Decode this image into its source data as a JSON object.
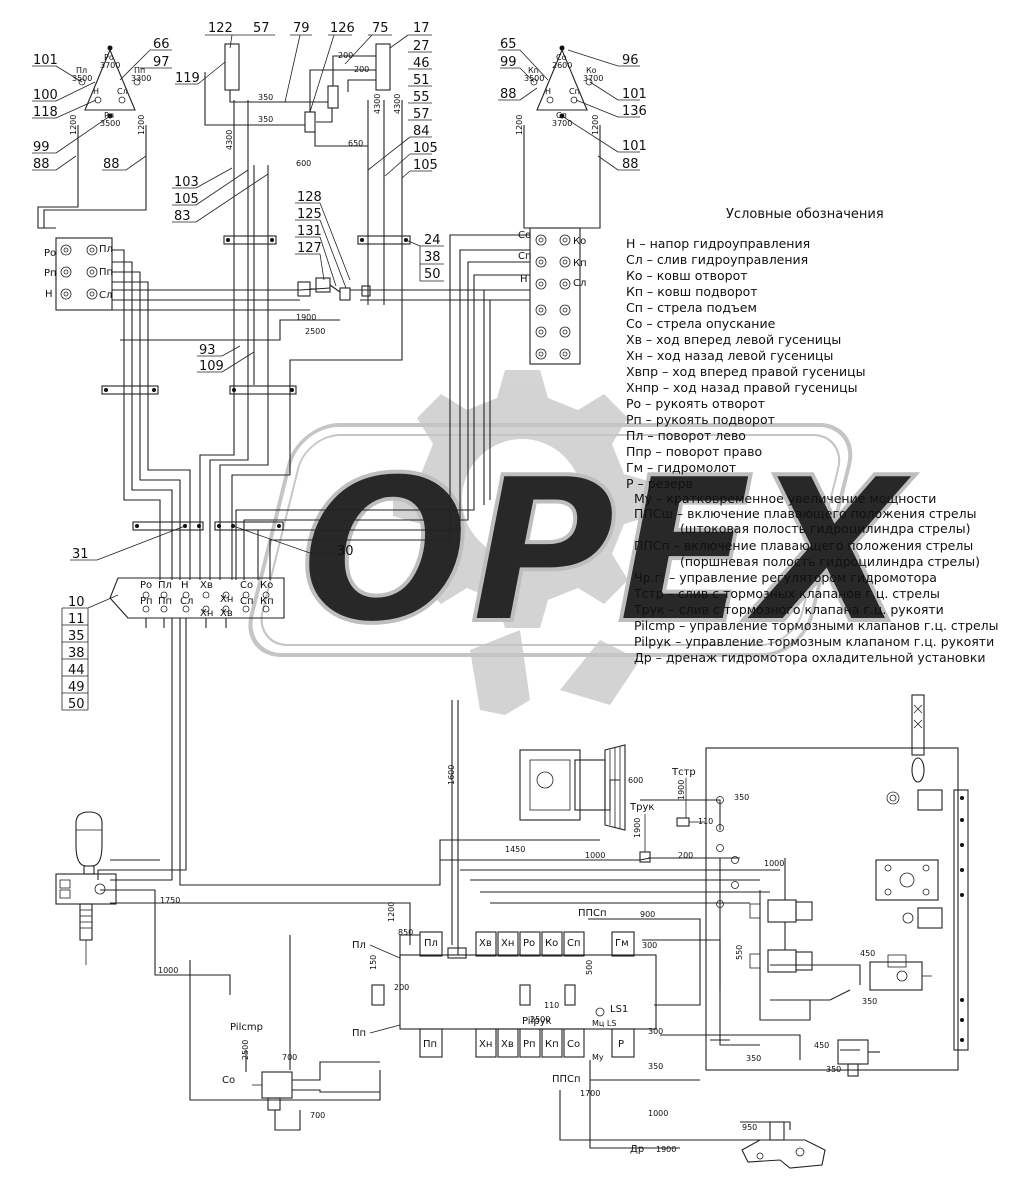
{
  "legend": {
    "title": "Условные обозначения",
    "items": [
      "Н – напор гидроуправления",
      "Сл – слив гидроуправления",
      "Ко – ковш отворот",
      "Кп – ковш подворот",
      "Сп – стрела подъем",
      "Со – стрела опускание",
      "Хв – ход вперед левой гусеницы",
      "Хн – ход назад левой гусеницы",
      "Хвпр – ход вперед правой гусеницы",
      "Хнпр – ход назад правой гусеницы",
      "Ро – рукоять отворот",
      "Рп – рукоять подворот",
      "Пл – поворот лево",
      "Ппр – поворот право",
      "Гм – гидромолот",
      "Р – резерв",
      "Му – кратковременное увеличение мощности",
      "ППСш – включение плавающего положения стрелы",
      "(штоковая полость гидроцилиндра стрелы)",
      "ППСп – включение плавающего положения стрелы",
      "(поршневая полость гидроцилиндра стрелы)",
      "Чр.г. – управление регулятором гидромотора",
      "Тстр – слив с тормозных клапанов г.ц. стрелы",
      "Трук – слив с тормозного клапана г.ц. рукояти",
      "Pilcmp – управление тормозными клапанов г.ц. стрелы",
      "Pilpук – управление тормозным клапаном г.ц. рукояти",
      "Др – дренаж гидромотора охладительной установки"
    ]
  },
  "callouts": {
    "c101": "101",
    "c100": "100",
    "c118": "118",
    "c99": "99",
    "c88": "88",
    "c66": "66",
    "c97": "97",
    "c88b": "88",
    "c122": "122",
    "c57": "57",
    "c79": "79",
    "c126": "126",
    "c75": "75",
    "c17": "17",
    "c27": "27",
    "c46": "46",
    "c51": "51",
    "c55": "55",
    "c57b": "57",
    "c119": "119",
    "c84": "84",
    "c105": "105",
    "c105b": "105",
    "c103": "103",
    "c105c": "105",
    "c83": "83",
    "c65": "65",
    "c96": "96",
    "c99b": "99",
    "c88c": "88",
    "c101b": "101",
    "c136": "136",
    "c101c": "101",
    "c88d": "88",
    "c128": "128",
    "c125": "125",
    "c131": "131",
    "c127": "127",
    "c24": "24",
    "c38": "38",
    "c50": "50",
    "c93": "93",
    "c109": "109",
    "c31": "31",
    "c30": "30",
    "c10": "10",
    "c11": "11",
    "c35": "35",
    "c38b": "38",
    "c44": "44",
    "c49": "49",
    "c50b": "50"
  },
  "block_left": {
    "rows": [
      [
        "Ро",
        "Пл"
      ],
      [
        "Рп",
        "Пп"
      ],
      [
        "Н",
        "Сл"
      ]
    ]
  },
  "block_right": {
    "rows": [
      [
        "Со",
        "Ко"
      ],
      [
        "Сп",
        "Кп"
      ],
      [
        "Н",
        "Сл"
      ]
    ]
  },
  "joystick_left": {
    "top": "Ро",
    "top_val": "3700",
    "left": "Пл",
    "left_val": "3500",
    "right": "Пп",
    "right_val": "3300",
    "center_l": "Н",
    "center_r": "Сл",
    "bottom": "Рп",
    "bottom_val": "3500"
  },
  "joystick_right": {
    "top": "Со",
    "top_val": "2600",
    "left": "Кп",
    "left_val": "3500",
    "right": "Ко",
    "right_val": "3700",
    "center_l": "Н",
    "center_r": "Сп",
    "bottom": "Сп",
    "bottom_val": "3700"
  },
  "distributor": {
    "ports_top": [
      "Ро",
      "Пл",
      "Н",
      "Хв",
      "Хн",
      "Со",
      "Ко"
    ],
    "ports_bottom": [
      "Рп",
      "Пп",
      "Сл",
      "Хн",
      "Хв",
      "Сп",
      "Кп"
    ]
  },
  "valve_block": {
    "top": [
      "Пл",
      "Хв",
      "Хн",
      "Ро",
      "Ко",
      "Сп",
      "Гм"
    ],
    "bottom": [
      "Пп",
      "Хн",
      "Хв",
      "Рп",
      "Кп",
      "Со",
      "Р"
    ],
    "side": [
      "Пл",
      "Пп"
    ]
  },
  "labels": {
    "ppsp_top": "ППСп",
    "ppsp_bottom": "ППСп",
    "pilcmp": "Pilcmp",
    "pilruk": "Pilpук",
    "co": "Со",
    "tstr": "Тстр",
    "truk": "Трук",
    "dr": "Др",
    "ls1": "LS1",
    "mu_ls": "Мц LS",
    "mu": "Му"
  },
  "dims": [
    "350",
    "350",
    "600",
    "650",
    "4300",
    "4300",
    "4300",
    "200",
    "200",
    "1200",
    "1200",
    "1200",
    "1200",
    "1900",
    "2500",
    "600",
    "1450",
    "1000",
    "200",
    "1900",
    "110",
    "1900",
    "350",
    "1000",
    "1750",
    "1200",
    "1000",
    "850",
    "900",
    "300",
    "500",
    "150",
    "200",
    "110",
    "2500",
    "300",
    "350",
    "350",
    "450",
    "350",
    "550",
    "2500",
    "700",
    "700",
    "1700",
    "1000",
    "1900",
    "950",
    "450",
    "350",
    "1600"
  ],
  "watermark": "ОРЕХ"
}
